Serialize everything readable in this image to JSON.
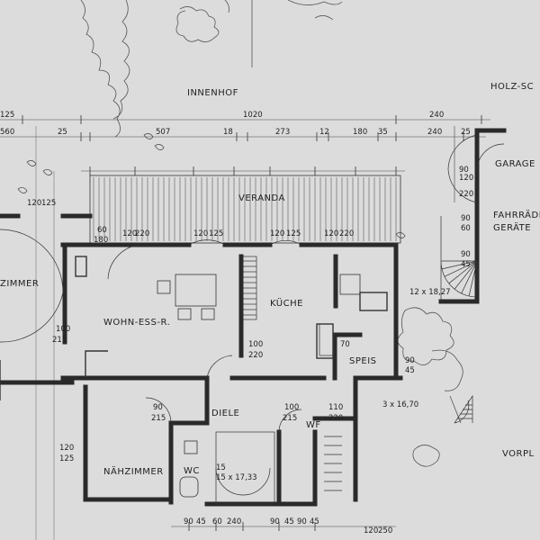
{
  "colors": {
    "paper": "#dcdcdc",
    "ink": "#222222",
    "wall": "#2a2a2a",
    "hatch": "#6a6a6a"
  },
  "rooms": {
    "innenhof": "INNENHOF",
    "veranda": "VERANDA",
    "kueche": "KÜCHE",
    "wohness": "WOHN-ESS-R.",
    "zimmer": "ZIMMER",
    "speis": "SPEIS",
    "diele": "DIELE",
    "naehzimmer": "NÄHZIMMER",
    "wc": "WC",
    "wf": "WF",
    "garage": "GARAGE",
    "holz": "HOLZ-SC",
    "fahrraeder": "FAHRRÄDER",
    "geraete": "GERÄTE",
    "vorplatz": "VORPL"
  },
  "dims": {
    "top_row1": [
      "125",
      "1020",
      "240"
    ],
    "top_row2": [
      "560",
      "25",
      "507",
      "18",
      "273",
      "12",
      "180",
      "35",
      "240",
      "25"
    ],
    "garage_120": "120",
    "garage_90": "90",
    "d120": "120",
    "d125": "125",
    "d60": "60",
    "d180": "180",
    "d90": "90",
    "d220": "220",
    "d100": "100",
    "d215": "215",
    "d70": "70",
    "d45": "45",
    "d110": "110",
    "d250": "250",
    "d240": "240",
    "d15": "15",
    "stair_main": "12 x 18,27",
    "stair_small": "3 x 16,70",
    "stair_lower": "15 x 17,33"
  }
}
